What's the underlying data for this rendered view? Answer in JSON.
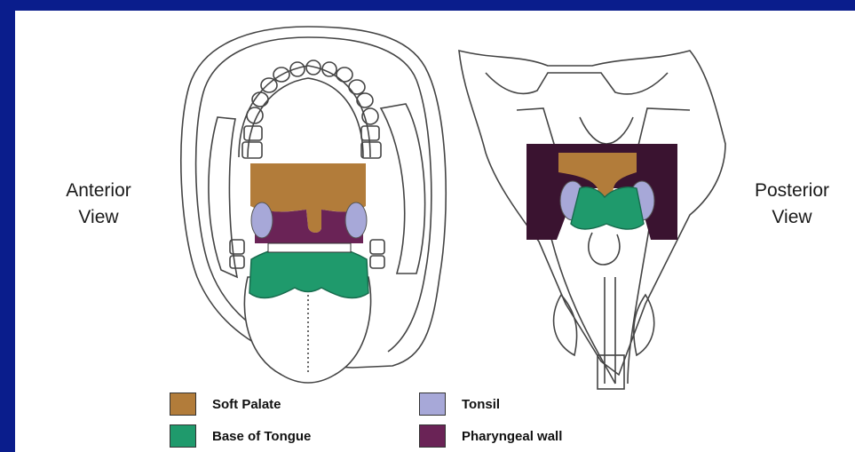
{
  "anterior_view": {
    "line1": "Anterior",
    "line2": "View"
  },
  "posterior_view": {
    "line1": "Posterior",
    "line2": "View"
  },
  "legend": [
    {
      "label": "Soft Palate",
      "color": "#b27c3a"
    },
    {
      "label": "Base of Tongue",
      "color": "#1f9a6c"
    },
    {
      "label": "Tonsil",
      "color": "#a7a8d8"
    },
    {
      "label": "Pharyngeal wall",
      "color": "#6a2356"
    }
  ],
  "colors": {
    "background": "#0a1d8c",
    "canvas": "#ffffff",
    "outline": "#444444"
  }
}
